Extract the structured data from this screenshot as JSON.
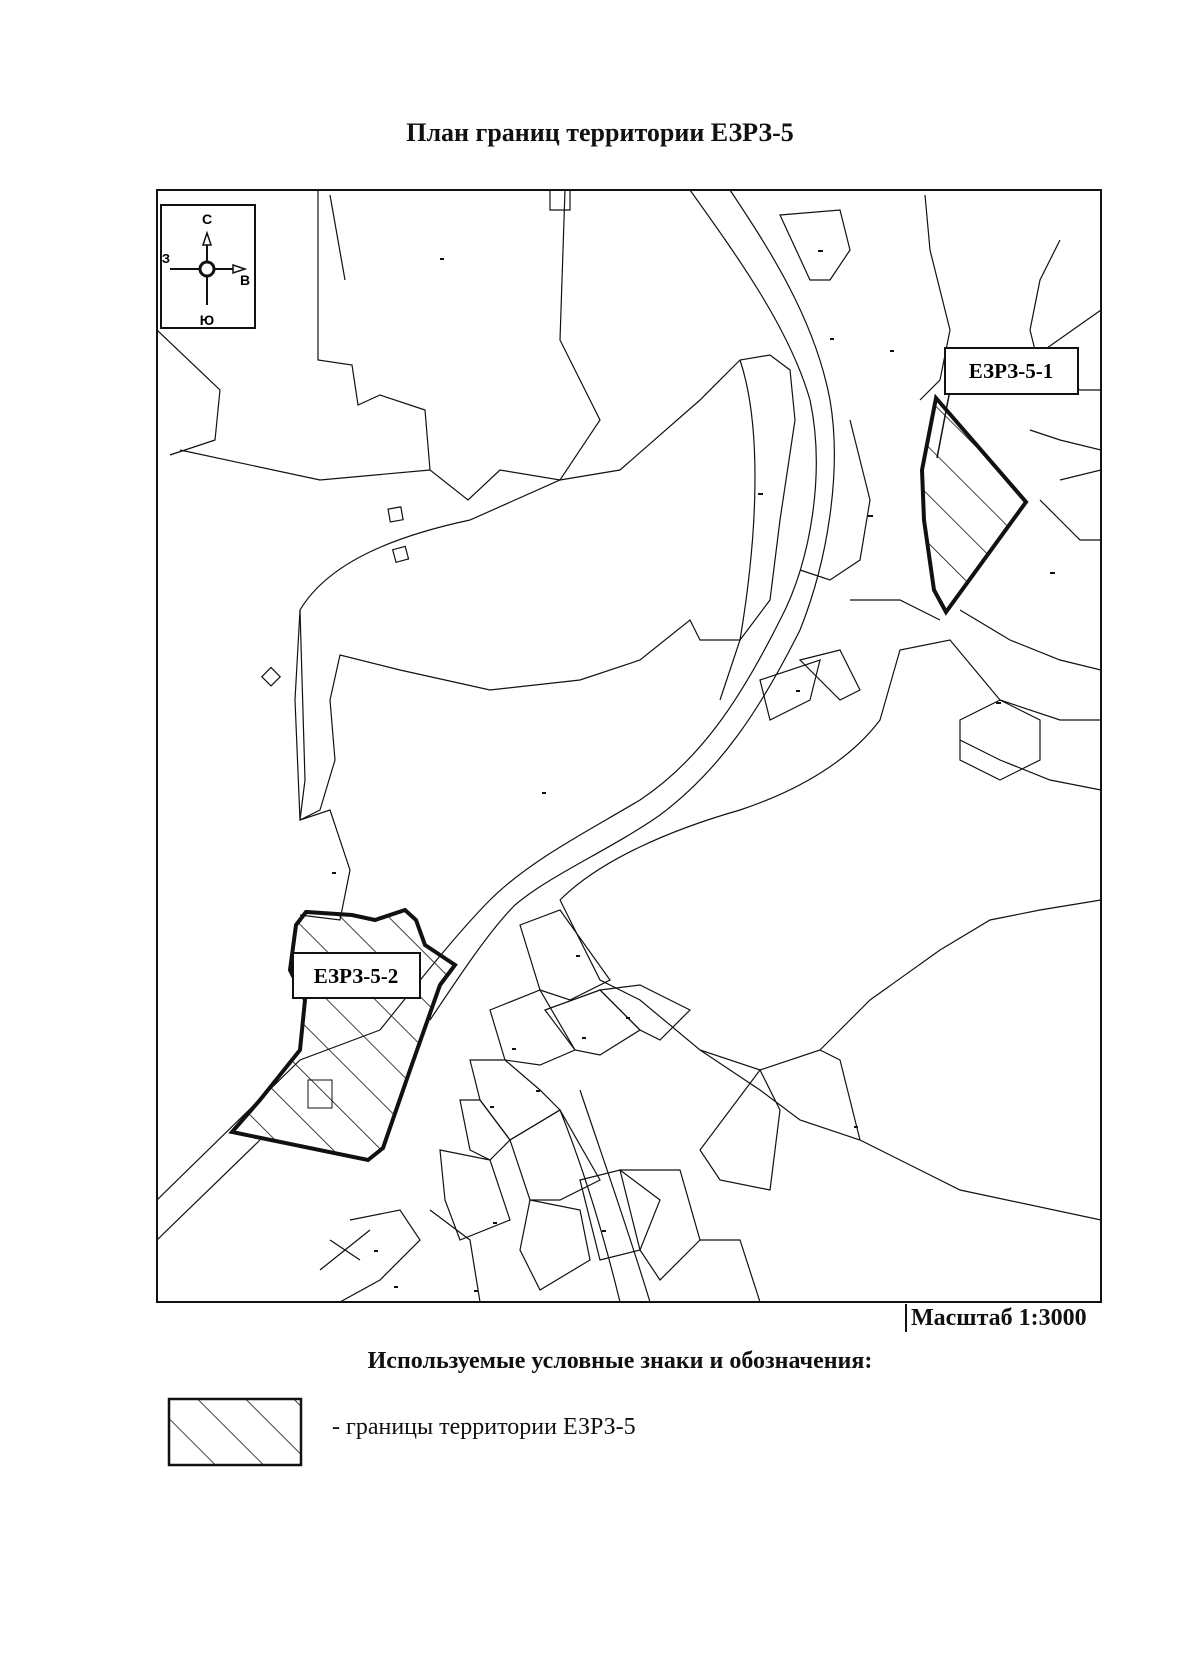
{
  "title": "План границ территории ЕЗРЗ-5",
  "compass": {
    "north": "С",
    "west": "З",
    "east": "В",
    "south": "Ю"
  },
  "zones": [
    {
      "label": "ЕЗРЗ-5-1"
    },
    {
      "label": "ЕЗРЗ-5-2"
    }
  ],
  "scale_label": "Масштаб 1:3000",
  "legend": {
    "title": "Используемые условные знаки и обозначения:",
    "items": [
      {
        "symbol": "hatched-boundary",
        "text": "- границы территории ЕЗРЗ-5"
      }
    ]
  },
  "colors": {
    "line": "#111111",
    "background": "#ffffff"
  }
}
